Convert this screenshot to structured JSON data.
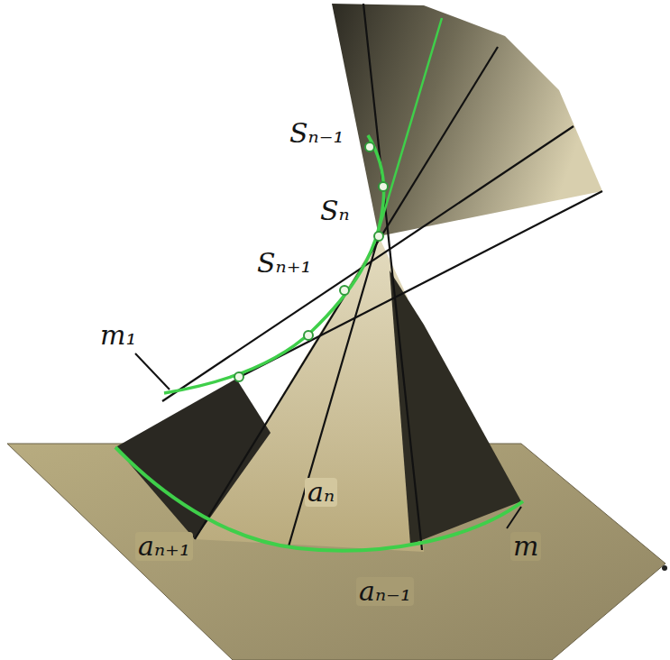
{
  "diagram": {
    "labels": [
      "Sₙ₋₁",
      "Sₙ",
      "Sₙ₊₁",
      "m₁",
      "aₙ",
      "aₙ₊₁",
      "aₙ₋₁",
      "m"
    ]
  }
}
